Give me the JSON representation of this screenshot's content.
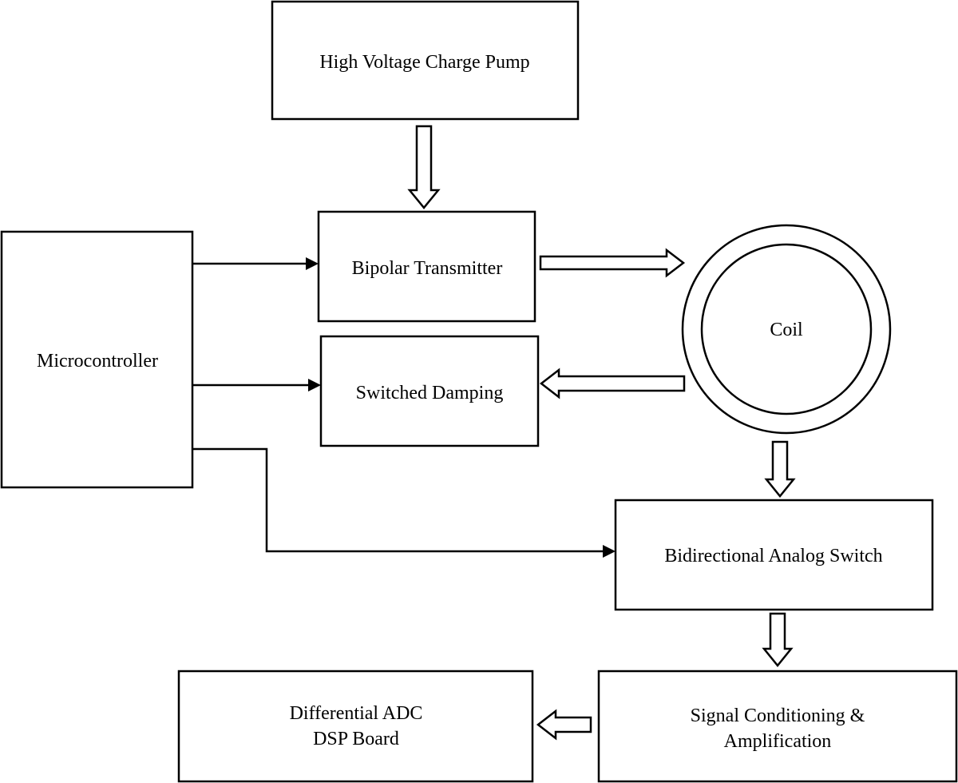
{
  "blocks": {
    "charge_pump": "High Voltage Charge Pump",
    "bipolar_tx": "Bipolar Transmitter",
    "microcontroller": "Microcontroller",
    "switched_damping": "Switched Damping",
    "coil": "Coil",
    "analog_switch": "Bidirectional Analog Switch",
    "signal_cond_line1": "Signal Conditioning &",
    "signal_cond_line2": "Amplification",
    "adc_line1": "Differential ADC",
    "adc_line2": "DSP Board"
  }
}
